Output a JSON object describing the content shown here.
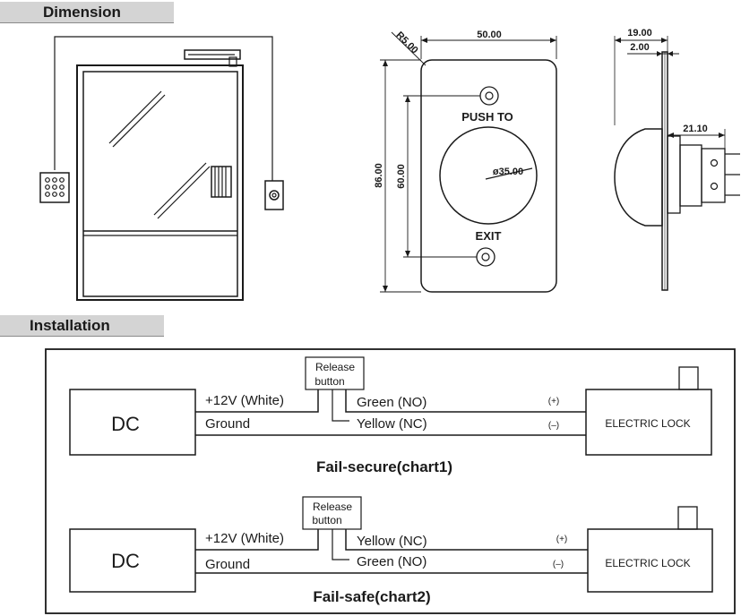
{
  "sections": {
    "dimension": "Dimension",
    "installation": "Installation"
  },
  "dimensions": {
    "radius": "R5.00",
    "width": "50.00",
    "height": "86.00",
    "hole_spacing": "60.00",
    "button_diameter": "ø35.00",
    "depth": "19.00",
    "plate_thickness": "2.00",
    "button_depth": "21.10"
  },
  "button_plate": {
    "push_to": "PUSH TO",
    "exit": "EXIT"
  },
  "chart1": {
    "title": "Fail-secure(chart1)",
    "dc": "DC",
    "release_line1": "Release",
    "release_line2": "button",
    "power": "+12V (White)",
    "ground": "Ground",
    "wire_top": "Green (NO)",
    "wire_bottom": "Yellow (NC)",
    "plus": "(+)",
    "minus": "(–)",
    "lock": "ELECTRIC LOCK"
  },
  "chart2": {
    "title": "Fail-safe(chart2)",
    "dc": "DC",
    "release_line1": "Release",
    "release_line2": "button",
    "power": "+12V (White)",
    "ground": "Ground",
    "wire_top": "Yellow (NC)",
    "wire_bottom": "Green (NO)",
    "plus": "(+)",
    "minus": "(–)",
    "lock": "ELECTRIC LOCK"
  }
}
